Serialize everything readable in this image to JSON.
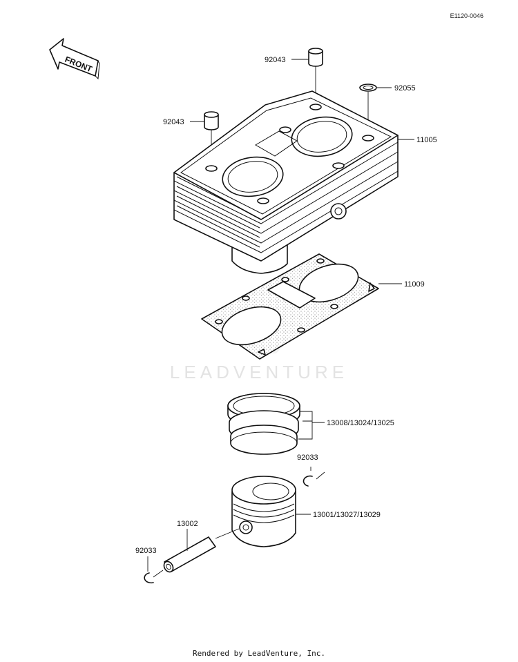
{
  "diagram_code": "E1120-0046",
  "front_label": "FRONT",
  "watermark": "LEADVENTURE",
  "footer": "Rendered by LeadVenture, Inc.",
  "parts": {
    "dowel_top": "92043",
    "oring": "92055",
    "dowel_left": "92043",
    "cylinder": "11005",
    "gasket": "11009",
    "rings": "13008/13024/13025",
    "circlip_right": "92033",
    "piston": "13001/13027/13029",
    "pin": "13002",
    "circlip_left": "92033"
  }
}
